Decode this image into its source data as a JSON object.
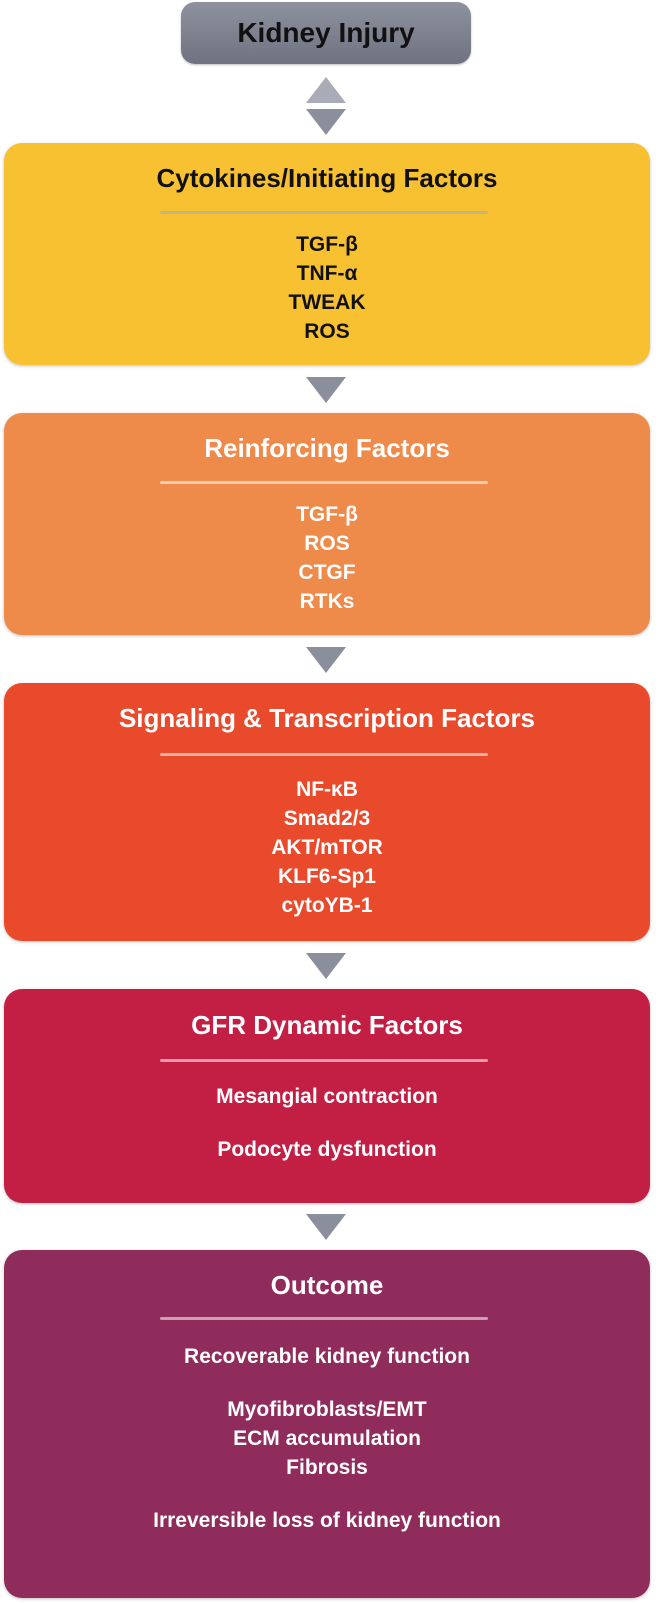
{
  "top": {
    "label": "Kidney Injury"
  },
  "boxes": [
    {
      "title": "Cytokines/Initiating Factors",
      "items": [
        "TGF-β",
        "TNF-α",
        "TWEAK",
        "ROS"
      ]
    },
    {
      "title": "Reinforcing Factors",
      "items": [
        "TGF-β",
        "ROS",
        "CTGF",
        "RTKs"
      ]
    },
    {
      "title": "Signaling & Transcription Factors",
      "items": [
        "NF-κB",
        "Smad2/3",
        "AKT/mTOR",
        "KLF6-Sp1",
        "cytoYB-1"
      ]
    },
    {
      "title": "GFR Dynamic Factors",
      "items": [
        "Mesangial contraction",
        "Podocyte dysfunction"
      ]
    },
    {
      "title": "Outcome",
      "items": [
        "Recoverable kidney function",
        "Myofibroblasts/EMT",
        "ECM accumulation",
        "Fibrosis",
        "Irreversible loss of kidney function"
      ]
    }
  ],
  "colors": {
    "top": "#7f838f",
    "cytokines": "#f8c132",
    "reinforcing": "#ee8a4a",
    "signaling": "#ea4a2c",
    "gfr": "#c31e43",
    "outcome": "#902c5c",
    "arrow": "#8b8f9c"
  }
}
